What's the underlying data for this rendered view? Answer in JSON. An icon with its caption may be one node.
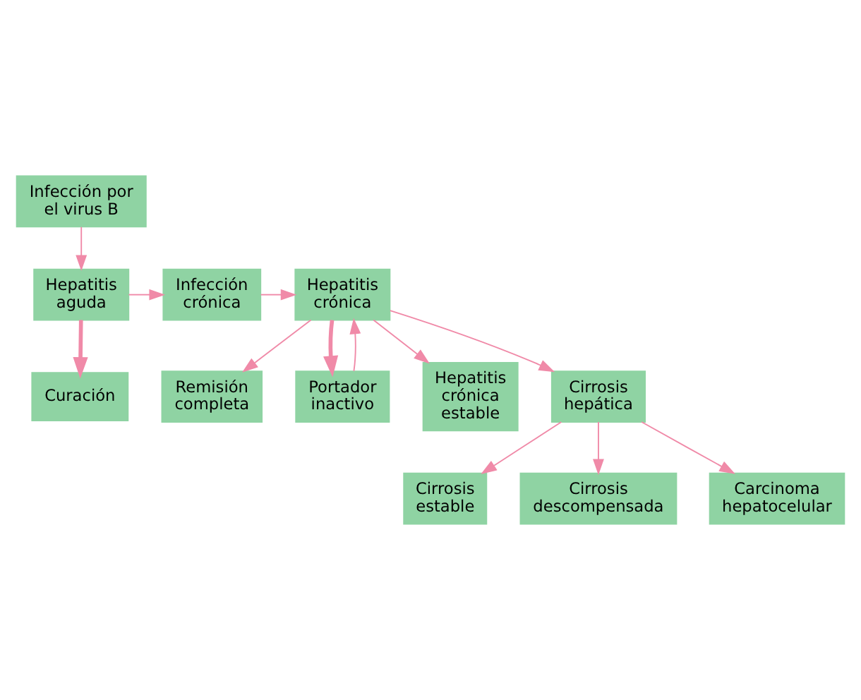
{
  "diagram": {
    "nodes": [
      {
        "text": [
          "Infección por el virus B"
        ]
      },
      {
        "text": [
          "Hepatitis aguda"
        ]
      },
      {
        "text": [
          "Infección crónica"
        ]
      },
      {
        "text": [
          "Hepatitis crónica"
        ]
      },
      {
        "text": [
          "Remisión completa"
        ]
      },
      {
        "text": [
          "Portador inactivo"
        ]
      },
      {
        "text": [
          "Hepatitis crónica estable"
        ]
      },
      {
        "text": [
          "Cirrosis hepática"
        ]
      },
      {
        "text": [
          "Curación"
        ]
      },
      {
        "text": [
          "Cirrosis estable"
        ]
      },
      {
        "text": [
          "Cirrosis descompensada"
        ]
      },
      {
        "text": [
          "Carcinoma hepatocelular"
        ]
      }
    ],
    "edges": [
      {
        "from": 0,
        "to": 1,
        "arrow": "to"
      },
      {
        "from": 1,
        "to": 2,
        "arrow": "to"
      },
      {
        "from": 2,
        "to": 3,
        "arrow": "to"
      },
      {
        "from": 3,
        "to": 4,
        "arrow": "to"
      },
      {
        "from": 3,
        "to": 5,
        "arrow": "to",
        "style": "thick"
      },
      {
        "from": 5,
        "to": 3,
        "arrow": "to"
      },
      {
        "from": 3,
        "to": 6,
        "arrow": "to"
      },
      {
        "from": 3,
        "to": 7,
        "arrow": "to"
      },
      {
        "from": 1,
        "to": 8,
        "arrow": "to",
        "style": "thick"
      },
      {
        "from": 7,
        "to": 9,
        "arrow": "to"
      },
      {
        "from": 7,
        "to": 10,
        "arrow": "to"
      },
      {
        "from": 7,
        "to": 11,
        "arrow": "to"
      }
    ]
  }
}
